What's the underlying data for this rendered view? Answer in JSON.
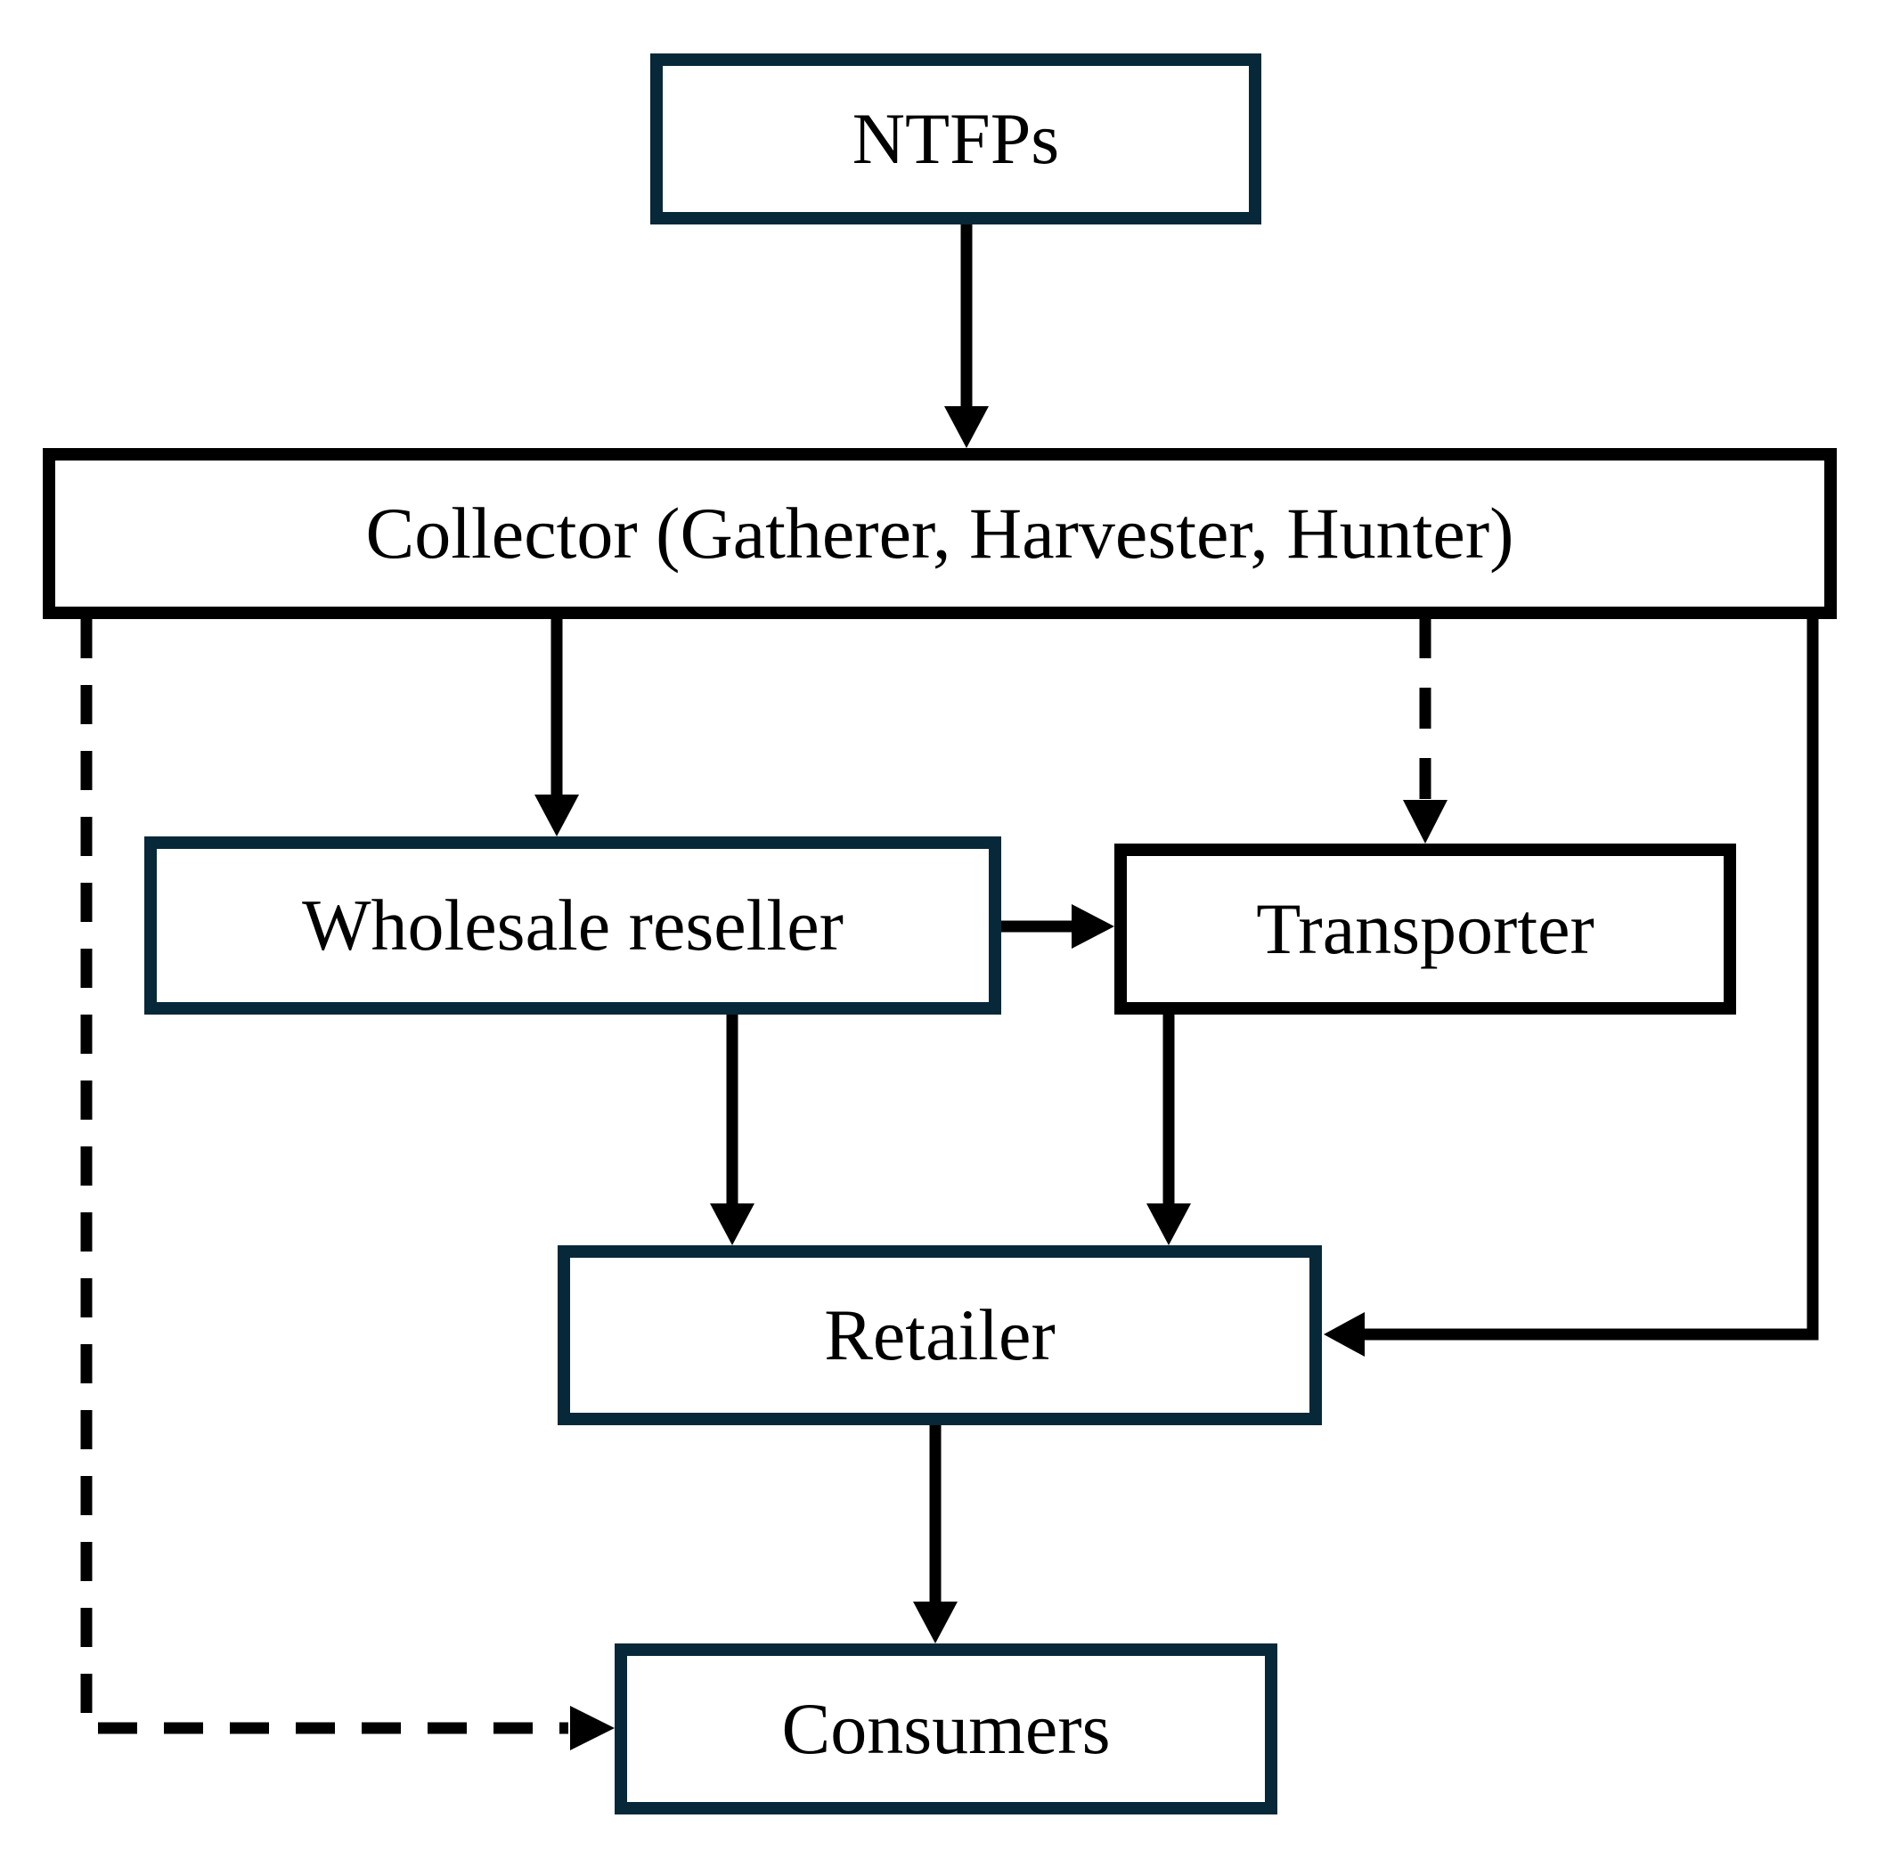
{
  "nodes": {
    "ntfps": {
      "label": "NTFPs"
    },
    "collector": {
      "label": "Collector (Gatherer, Harvester, Hunter)"
    },
    "wholesale_reseller": {
      "label": "Wholesale reseller"
    },
    "transporter": {
      "label": "Transporter"
    },
    "retailer": {
      "label": "Retailer"
    },
    "consumers": {
      "label": "Consumers"
    }
  },
  "edges": [
    {
      "from": "NTFPs",
      "to": "Collector (Gatherer, Harvester, Hunter)",
      "style": "solid"
    },
    {
      "from": "Collector",
      "to": "Wholesale reseller",
      "style": "solid"
    },
    {
      "from": "Collector",
      "to": "Transporter",
      "style": "dashed"
    },
    {
      "from": "Collector",
      "to": "Retailer",
      "style": "solid"
    },
    {
      "from": "Collector",
      "to": "Consumers",
      "style": "dashed"
    },
    {
      "from": "Wholesale reseller",
      "to": "Transporter",
      "style": "solid"
    },
    {
      "from": "Wholesale reseller",
      "to": "Retailer",
      "style": "solid"
    },
    {
      "from": "Transporter",
      "to": "Retailer",
      "style": "solid"
    },
    {
      "from": "Retailer",
      "to": "Consumers",
      "style": "solid"
    }
  ],
  "colors": {
    "node_border_navy": "#072838",
    "node_border_black": "#000000",
    "edge": "#000000",
    "text": "#000000",
    "background": "#ffffff"
  }
}
